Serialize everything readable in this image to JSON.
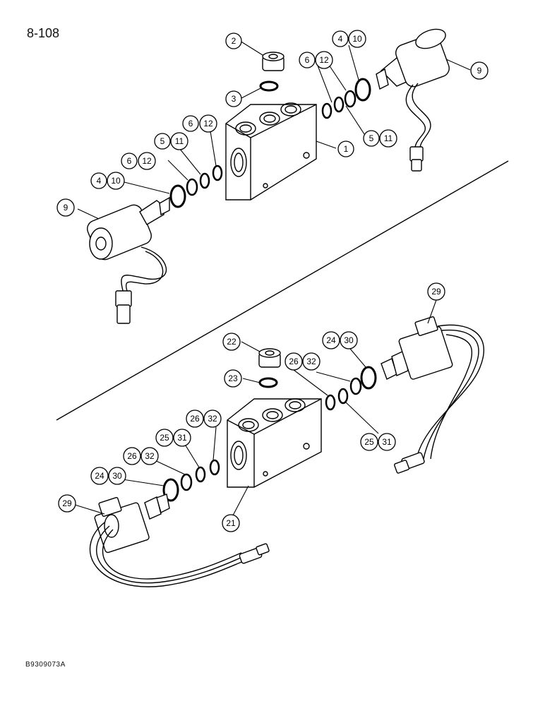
{
  "header": {
    "page_number": "8-108"
  },
  "footer": {
    "figure_code": "B9309073A"
  },
  "callouts": {
    "upper": {
      "part_2": "2",
      "part_3": "3",
      "part_4_right": "4",
      "part_10_right": "10",
      "part_6_right": "6",
      "part_12_right": "12",
      "part_9_right": "9",
      "part_5_right": "5",
      "part_11_right": "11",
      "part_1": "1",
      "part_6_mid": "6",
      "part_12_mid": "12",
      "part_5_mid": "5",
      "part_11_mid": "11",
      "part_6_left": "6",
      "part_12_left": "12",
      "part_4_left": "4",
      "part_10_left": "10",
      "part_9_left": "9"
    },
    "lower": {
      "part_29_right": "29",
      "part_22": "22",
      "part_23": "23",
      "part_24_right": "24",
      "part_30_right": "30",
      "part_26_right": "26",
      "part_32_right": "32",
      "part_25_right": "25",
      "part_31_right": "31",
      "part_26_mid": "26",
      "part_32_mid": "32",
      "part_25_mid": "25",
      "part_31_mid": "31",
      "part_26_left": "26",
      "part_32_left": "32",
      "part_24_left": "24",
      "part_30_left": "30",
      "part_29_left": "29",
      "part_21": "21"
    }
  }
}
